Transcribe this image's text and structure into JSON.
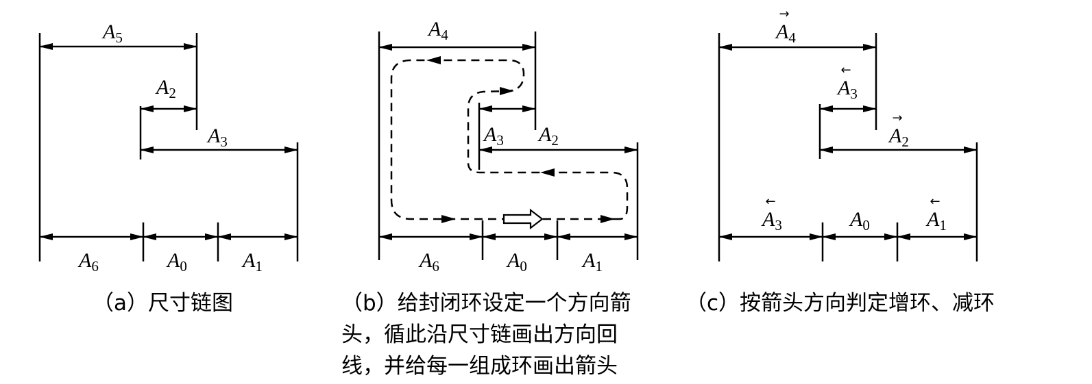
{
  "diagram_a": {
    "labels": {
      "A5": {
        "letter": "A",
        "sub": "5"
      },
      "A2": {
        "letter": "A",
        "sub": "2"
      },
      "A3": {
        "letter": "A",
        "sub": "3"
      },
      "A6": {
        "letter": "A",
        "sub": "6"
      },
      "A0": {
        "letter": "A",
        "sub": "0"
      },
      "A1": {
        "letter": "A",
        "sub": "1"
      }
    },
    "caption": "（a）尺寸链图"
  },
  "diagram_b": {
    "labels": {
      "A4": {
        "letter": "A",
        "sub": "4"
      },
      "A3": {
        "letter": "A",
        "sub": "3"
      },
      "A2": {
        "letter": "A",
        "sub": "2"
      },
      "A6": {
        "letter": "A",
        "sub": "6"
      },
      "A0": {
        "letter": "A",
        "sub": "0"
      },
      "A1": {
        "letter": "A",
        "sub": "1"
      }
    },
    "caption_lines": [
      "（b）给封闭环设定一个方向箭",
      "头，循此沿尺寸链画出方向回",
      "线，并给每一组成环画出箭头"
    ]
  },
  "diagram_c": {
    "labels": {
      "A4": {
        "letter": "A",
        "sub": "4",
        "overarrow": "→"
      },
      "A3_top": {
        "letter": "A",
        "sub": "3",
        "overarrow": "←"
      },
      "A2": {
        "letter": "A",
        "sub": "2",
        "overarrow": "→"
      },
      "A3_bottom": {
        "letter": "A",
        "sub": "3",
        "overarrow": "←"
      },
      "A0": {
        "letter": "A",
        "sub": "0"
      },
      "A1": {
        "letter": "A",
        "sub": "1",
        "overarrow": "←"
      }
    },
    "caption": "（c）按箭头方向判定增环、减环"
  }
}
